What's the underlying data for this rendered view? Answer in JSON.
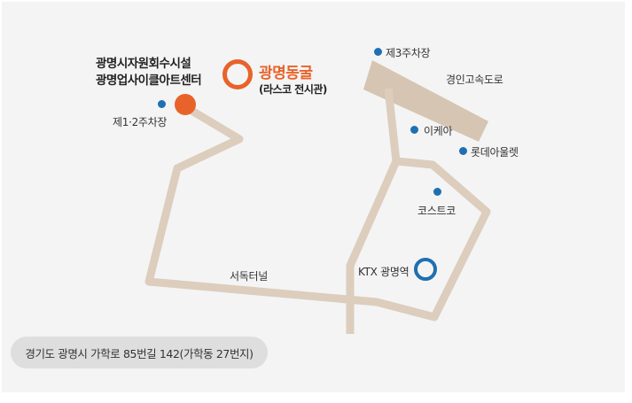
{
  "colors": {
    "road": "#dccdbd",
    "highway": "#d5c5b2",
    "marker_blue": "#1f6fb2",
    "marker_orange": "#e8632a",
    "panel": "#f4f4f4",
    "address_pill": "#dedede"
  },
  "icons": {
    "parking_marker": "blue-dot",
    "facility_marker": "orange-filled-circle",
    "cave_marker": "orange-ring",
    "station_marker": "blue-ring"
  },
  "labels": {
    "facility_line1": "광명시자원회수시설",
    "facility_line2": "광명업사이클아트센터",
    "parking_12": "제1·2주차장",
    "cave_name": "광명동굴",
    "cave_sub": "(라스코 전시관)",
    "parking_3": "제3주차장",
    "expressway": "경인고속도로",
    "ikea": "이케아",
    "lotte": "롯데아울렛",
    "costco": "코스트코",
    "ktx": "KTX 광명역",
    "tunnel": "서독터널"
  },
  "address": "경기도 광명시 가학로 85번길 142(가학동 27번지)"
}
